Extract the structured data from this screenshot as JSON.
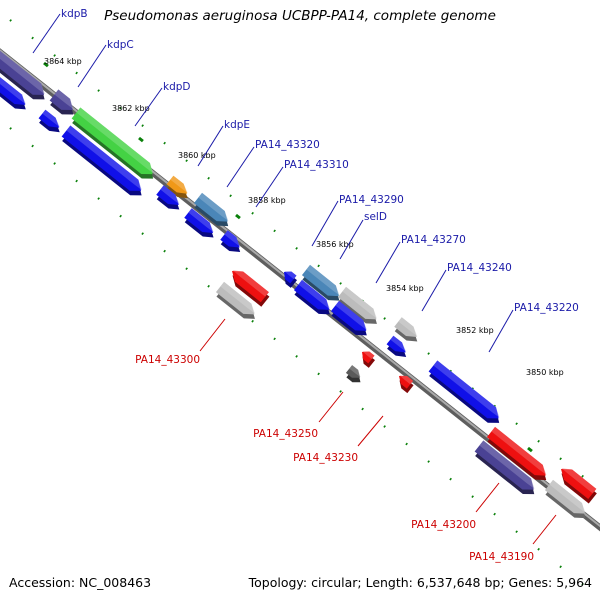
{
  "title": "Pseudomonas aeruginosa UCBPP-PA14, complete genome",
  "footer": {
    "accession": "Accession: NC_008463",
    "summary": "Topology: circular; Length: 6,537,648 bp; Genes: 5,964"
  },
  "colors": {
    "forward_label": "#1a1aa8",
    "reverse_label": "#cc0000",
    "blue": "#1010e8",
    "navy": "#4a4294",
    "green": "#44d244",
    "orange": "#f09818",
    "steel": "#4a86b8",
    "light_gray": "#bcbcbc",
    "dark_gray": "#5a5a5a",
    "red": "#ee1010",
    "backbone": "#8a8a8a",
    "tick": "#0a800a"
  },
  "kbp_markers": [
    "3864 kbp",
    "3862 kbp",
    "3860 kbp",
    "3858 kbp",
    "3856 kbp",
    "3854 kbp",
    "3852 kbp",
    "3850 kbp"
  ],
  "forward_labels": [
    "kdpB",
    "kdpC",
    "kdpD",
    "kdpE",
    "PA14_43320",
    "PA14_43310",
    "PA14_43290",
    "selD",
    "PA14_43270",
    "PA14_43240",
    "PA14_43220"
  ],
  "reverse_labels": [
    "PA14_43300",
    "PA14_43250",
    "PA14_43230",
    "PA14_43200",
    "PA14_43190"
  ]
}
